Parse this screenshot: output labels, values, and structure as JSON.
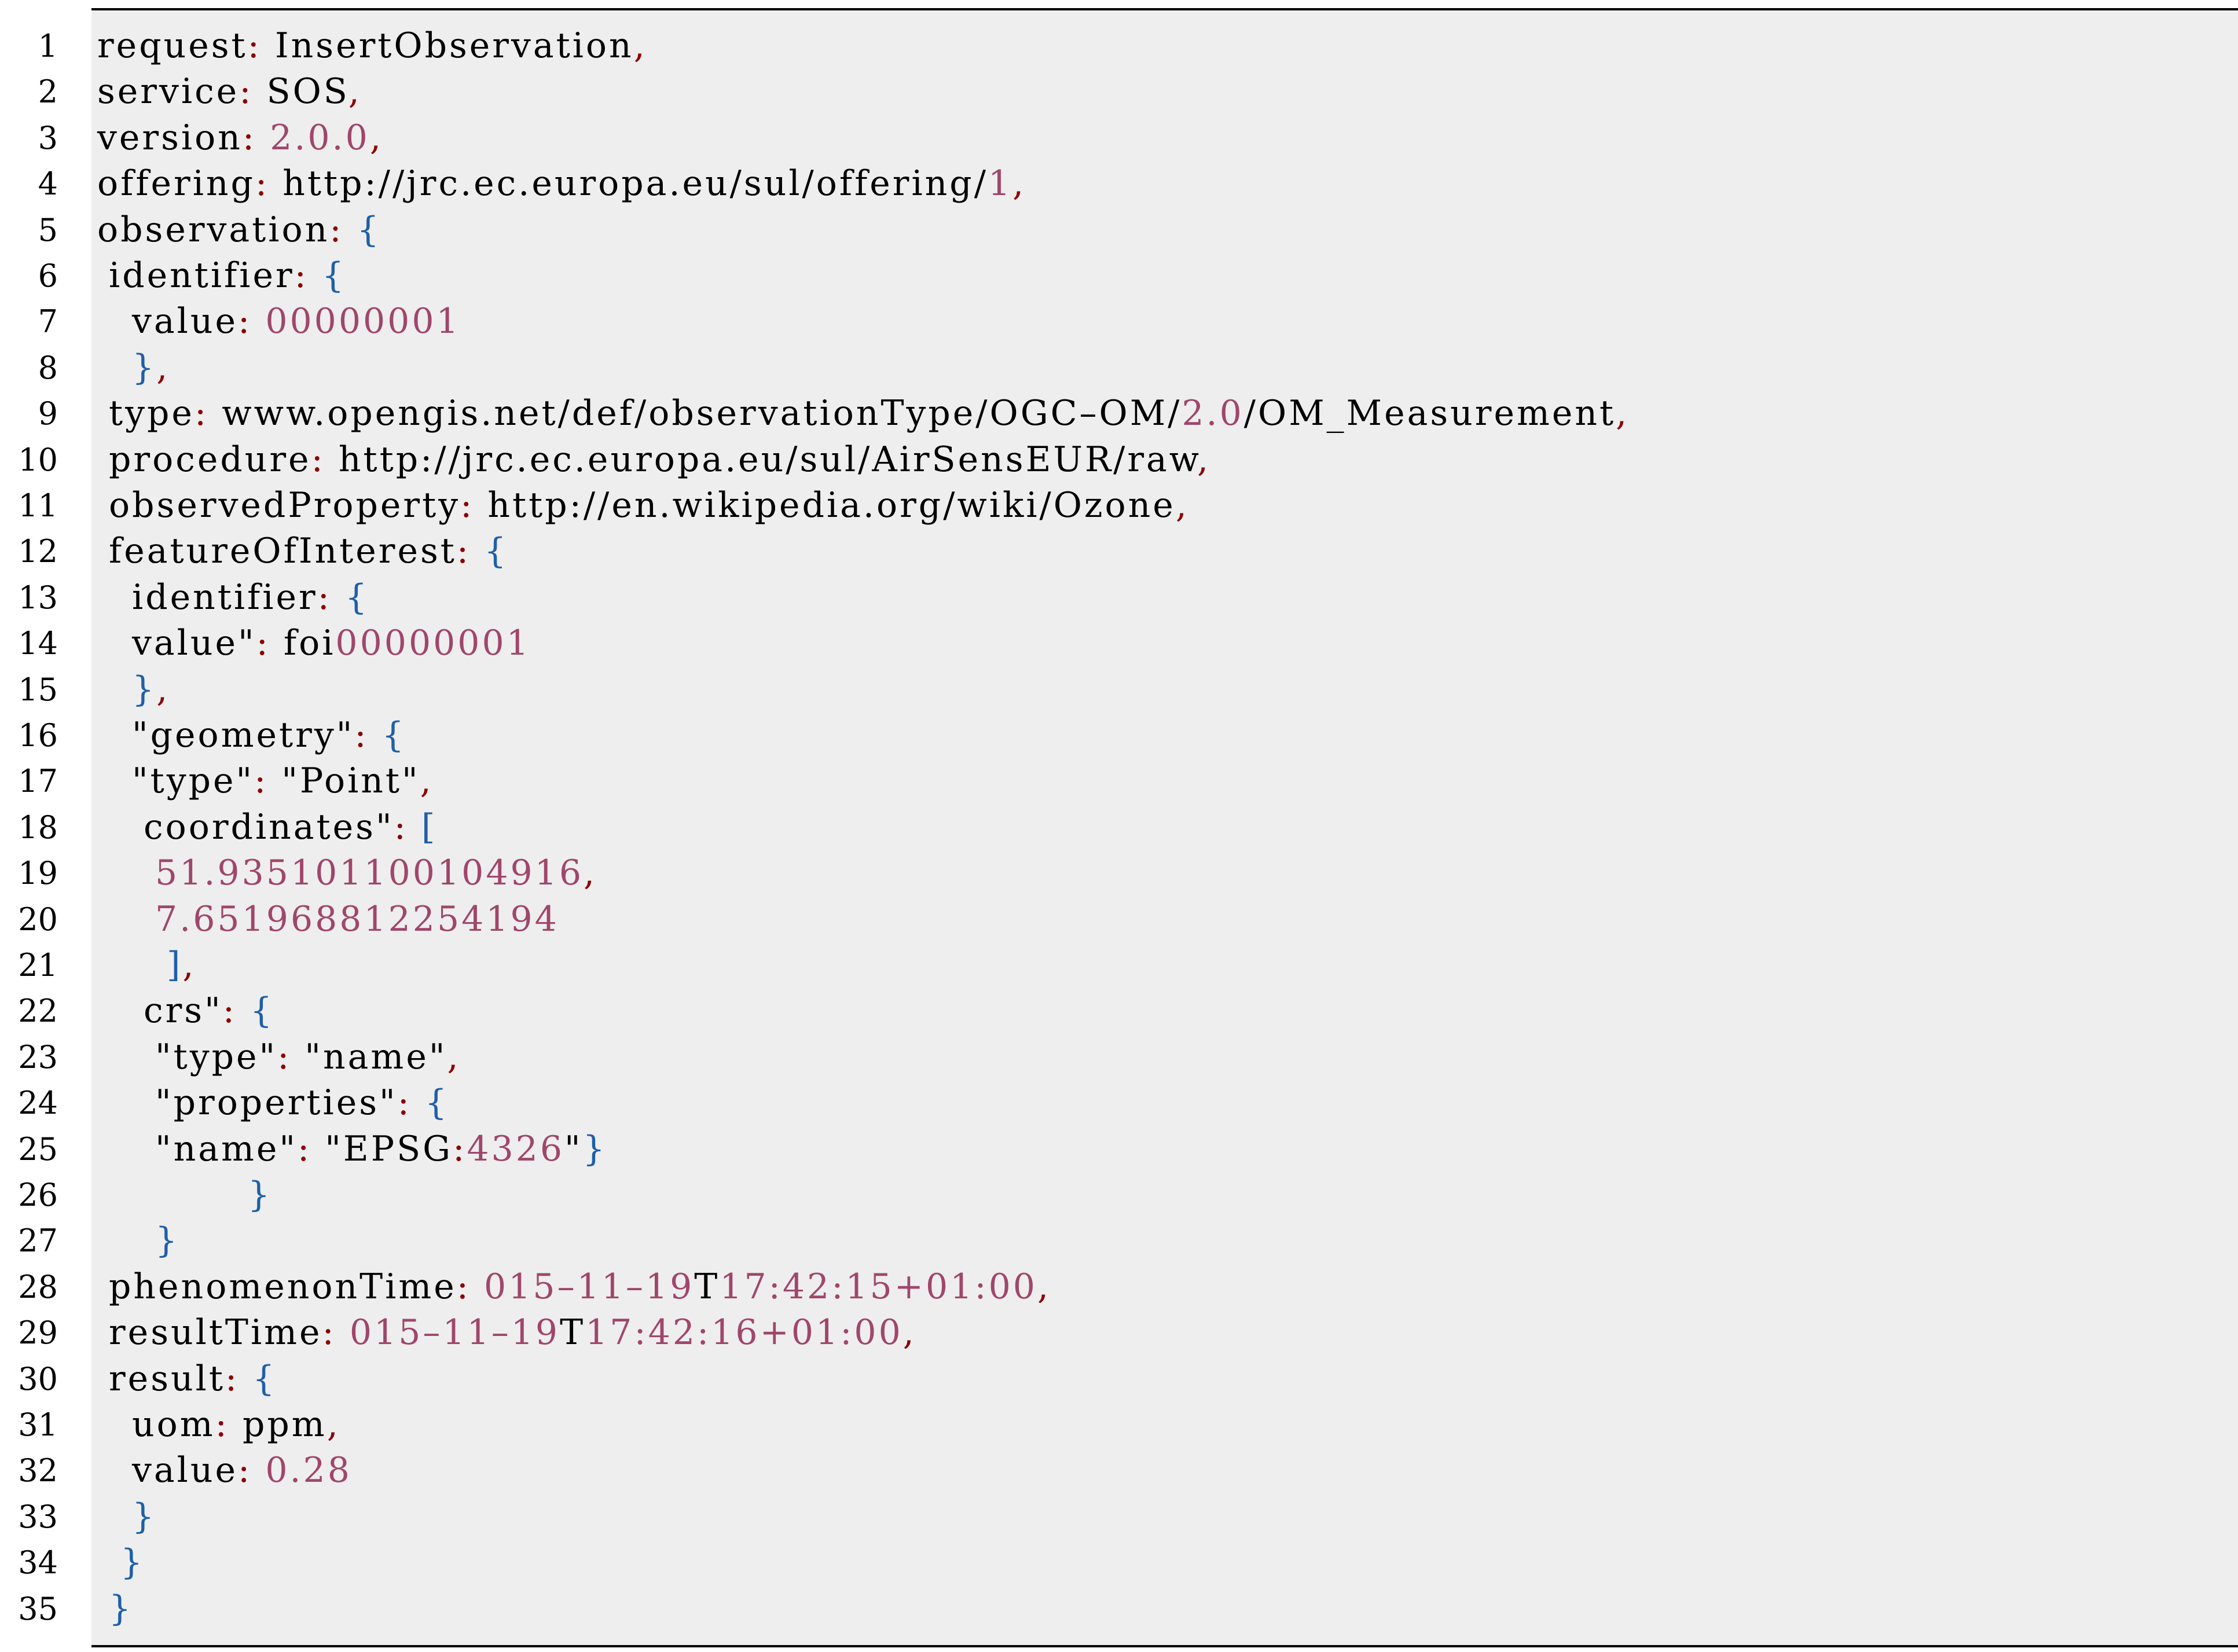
{
  "colors": {
    "background": "#eeeeee",
    "text": "#000000",
    "punctuation": "#8b0000",
    "bracket": "#1f5fa8",
    "number": "#a0466b",
    "rule": "#000000"
  },
  "lines": [
    {
      "n": "1",
      "indent": 0,
      "tokens": [
        [
          "k",
          "request"
        ],
        [
          "p",
          ":"
        ],
        [
          "s",
          " InsertObservation"
        ],
        [
          "p",
          ","
        ]
      ]
    },
    {
      "n": "2",
      "indent": 0,
      "tokens": [
        [
          "k",
          "service"
        ],
        [
          "p",
          ":"
        ],
        [
          "s",
          " SOS"
        ],
        [
          "p",
          ","
        ]
      ]
    },
    {
      "n": "3",
      "indent": 0,
      "tokens": [
        [
          "k",
          "version"
        ],
        [
          "p",
          ":"
        ],
        [
          "s",
          " "
        ],
        [
          "n",
          "2.0.0"
        ],
        [
          "p",
          ","
        ]
      ]
    },
    {
      "n": "4",
      "indent": 0,
      "tokens": [
        [
          "k",
          "offering"
        ],
        [
          "p",
          ":"
        ],
        [
          "s",
          " http://jrc.ec.europa.eu/sul/offering/"
        ],
        [
          "n",
          "1"
        ],
        [
          "p",
          ","
        ]
      ]
    },
    {
      "n": "5",
      "indent": 0,
      "tokens": [
        [
          "k",
          "observation"
        ],
        [
          "p",
          ":"
        ],
        [
          "s",
          " "
        ],
        [
          "b",
          "{"
        ]
      ]
    },
    {
      "n": "6",
      "indent": 1,
      "tokens": [
        [
          "k",
          "identifier"
        ],
        [
          "p",
          ":"
        ],
        [
          "s",
          " "
        ],
        [
          "b",
          "{"
        ]
      ]
    },
    {
      "n": "7",
      "indent": 3,
      "tokens": [
        [
          "k",
          "value"
        ],
        [
          "p",
          ":"
        ],
        [
          "s",
          " "
        ],
        [
          "n",
          "00000001"
        ]
      ]
    },
    {
      "n": "8",
      "indent": 3,
      "tokens": [
        [
          "b",
          "}"
        ],
        [
          "p",
          ","
        ]
      ]
    },
    {
      "n": "9",
      "indent": 1,
      "tokens": [
        [
          "k",
          "type"
        ],
        [
          "p",
          ":"
        ],
        [
          "s",
          " www.opengis.net/def/observationType/OGC–OM/"
        ],
        [
          "n",
          "2.0"
        ],
        [
          "s",
          "/OM_Measurement"
        ],
        [
          "p",
          ","
        ]
      ]
    },
    {
      "n": "10",
      "indent": 1,
      "tokens": [
        [
          "k",
          "procedure"
        ],
        [
          "p",
          ":"
        ],
        [
          "s",
          " http://jrc.ec.europa.eu/sul/AirSensEUR/raw"
        ],
        [
          "p",
          ","
        ]
      ]
    },
    {
      "n": "11",
      "indent": 1,
      "tokens": [
        [
          "k",
          "observedProperty"
        ],
        [
          "p",
          ":"
        ],
        [
          "s",
          " http://en.wikipedia.org/wiki/Ozone"
        ],
        [
          "p",
          ","
        ]
      ]
    },
    {
      "n": "12",
      "indent": 1,
      "tokens": [
        [
          "k",
          "featureOfInterest"
        ],
        [
          "p",
          ":"
        ],
        [
          "s",
          " "
        ],
        [
          "b",
          "{"
        ]
      ]
    },
    {
      "n": "13",
      "indent": 3,
      "tokens": [
        [
          "k",
          "identifier"
        ],
        [
          "p",
          ":"
        ],
        [
          "s",
          " "
        ],
        [
          "b",
          "{"
        ]
      ]
    },
    {
      "n": "14",
      "indent": 3,
      "tokens": [
        [
          "k",
          "value\""
        ],
        [
          "p",
          ":"
        ],
        [
          "s",
          " foi"
        ],
        [
          "n",
          "00000001"
        ]
      ]
    },
    {
      "n": "15",
      "indent": 3,
      "tokens": [
        [
          "b",
          "}"
        ],
        [
          "p",
          ","
        ]
      ]
    },
    {
      "n": "16",
      "indent": 3,
      "tokens": [
        [
          "k",
          "\"geometry\""
        ],
        [
          "p",
          ":"
        ],
        [
          "s",
          " "
        ],
        [
          "b",
          "{"
        ]
      ]
    },
    {
      "n": "17",
      "indent": 3,
      "tokens": [
        [
          "k",
          "\"type\""
        ],
        [
          "p",
          ":"
        ],
        [
          "s",
          " \"Point\""
        ],
        [
          "p",
          ","
        ]
      ]
    },
    {
      "n": "18",
      "indent": 4,
      "tokens": [
        [
          "k",
          "coordinates\""
        ],
        [
          "p",
          ":"
        ],
        [
          "s",
          " "
        ],
        [
          "b",
          "["
        ]
      ]
    },
    {
      "n": "19",
      "indent": 5,
      "tokens": [
        [
          "n",
          "51.935101100104916"
        ],
        [
          "p",
          ","
        ]
      ]
    },
    {
      "n": "20",
      "indent": 5,
      "tokens": [
        [
          "n",
          "7.651968812254194"
        ]
      ]
    },
    {
      "n": "21",
      "indent": 6,
      "tokens": [
        [
          "b",
          "]"
        ],
        [
          "p",
          ","
        ]
      ]
    },
    {
      "n": "22",
      "indent": 4,
      "tokens": [
        [
          "k",
          "crs\""
        ],
        [
          "p",
          ":"
        ],
        [
          "s",
          " "
        ],
        [
          "b",
          "{"
        ]
      ]
    },
    {
      "n": "23",
      "indent": 5,
      "tokens": [
        [
          "k",
          "\"type\""
        ],
        [
          "p",
          ":"
        ],
        [
          "s",
          " \"name\""
        ],
        [
          "p",
          ","
        ]
      ]
    },
    {
      "n": "24",
      "indent": 5,
      "tokens": [
        [
          "k",
          "\"properties\""
        ],
        [
          "p",
          ":"
        ],
        [
          "s",
          " "
        ],
        [
          "b",
          "{"
        ]
      ]
    },
    {
      "n": "25",
      "indent": 5,
      "tokens": [
        [
          "k",
          "\"name\""
        ],
        [
          "p",
          ":"
        ],
        [
          "s",
          " \"EPSG"
        ],
        [
          "p",
          ":"
        ],
        [
          "n",
          "4326"
        ],
        [
          "s",
          "\""
        ],
        [
          "b",
          "}"
        ]
      ]
    },
    {
      "n": "26",
      "indent": 13,
      "tokens": [
        [
          "b",
          "}"
        ]
      ]
    },
    {
      "n": "27",
      "indent": 5,
      "tokens": [
        [
          "b",
          "}"
        ]
      ]
    },
    {
      "n": "28",
      "indent": 1,
      "tokens": [
        [
          "k",
          "phenomenonTime"
        ],
        [
          "p",
          ":"
        ],
        [
          "s",
          " "
        ],
        [
          "n",
          "015–11–19"
        ],
        [
          "s",
          "T"
        ],
        [
          "n",
          "17:42:15+01:00"
        ],
        [
          "p",
          ","
        ]
      ]
    },
    {
      "n": "29",
      "indent": 1,
      "tokens": [
        [
          "k",
          "resultTime"
        ],
        [
          "p",
          ":"
        ],
        [
          "s",
          " "
        ],
        [
          "n",
          "015–11–19"
        ],
        [
          "s",
          "T"
        ],
        [
          "n",
          "17:42:16+01:00"
        ],
        [
          "p",
          ","
        ]
      ]
    },
    {
      "n": "30",
      "indent": 1,
      "tokens": [
        [
          "k",
          "result"
        ],
        [
          "p",
          ":"
        ],
        [
          "s",
          " "
        ],
        [
          "b",
          "{"
        ]
      ]
    },
    {
      "n": "31",
      "indent": 3,
      "tokens": [
        [
          "k",
          "uom"
        ],
        [
          "p",
          ":"
        ],
        [
          "s",
          " ppm"
        ],
        [
          "p",
          ","
        ]
      ]
    },
    {
      "n": "32",
      "indent": 3,
      "tokens": [
        [
          "k",
          "value"
        ],
        [
          "p",
          ":"
        ],
        [
          "s",
          " "
        ],
        [
          "n",
          "0.28"
        ]
      ]
    },
    {
      "n": "33",
      "indent": 3,
      "tokens": [
        [
          "b",
          "}"
        ]
      ]
    },
    {
      "n": "34",
      "indent": 2,
      "tokens": [
        [
          "b",
          "}"
        ]
      ]
    },
    {
      "n": "35",
      "indent": 1,
      "tokens": [
        [
          "b",
          "}"
        ]
      ]
    }
  ]
}
